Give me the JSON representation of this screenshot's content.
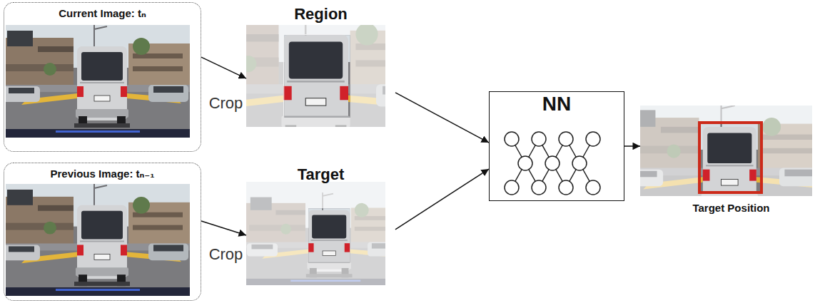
{
  "diagram": {
    "nodes": [
      {
        "text": [
          "Current Image: tₙ"
        ]
      },
      {
        "text": [
          "Previous Image: tₙ₋₁"
        ]
      },
      {
        "text": [
          "Region"
        ]
      },
      {
        "text": [
          "Target"
        ]
      },
      {
        "text": [
          "NN"
        ]
      },
      {
        "text": [
          "Target Position"
        ]
      }
    ],
    "edges": [
      {
        "from": 0,
        "to": 2,
        "label": "Crop",
        "arrow": "to"
      },
      {
        "from": 1,
        "to": 3,
        "label": "Crop",
        "arrow": "to"
      },
      {
        "from": 2,
        "to": 4,
        "arrow": "to"
      },
      {
        "from": 3,
        "to": 4,
        "arrow": "to"
      },
      {
        "from": 4,
        "to": 5,
        "arrow": "to"
      }
    ]
  }
}
